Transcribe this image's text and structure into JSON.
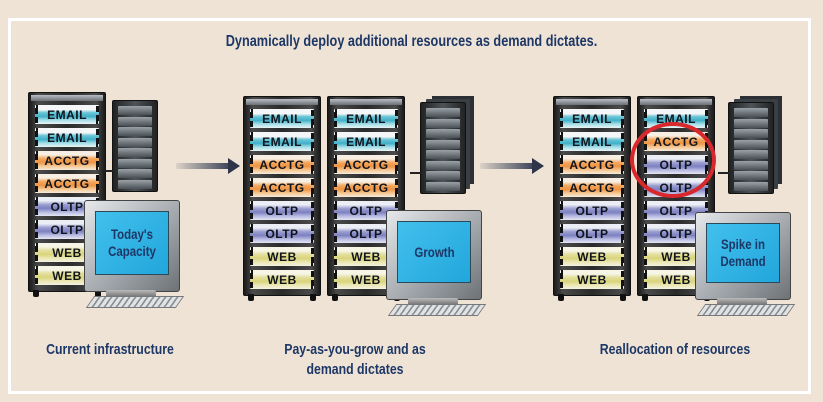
{
  "title": "Dynamically deploy additional resources as demand dictates.",
  "stages": [
    {
      "caption": "Current infrastructure",
      "monitor_label": "Today's Capacity",
      "racks": [
        [
          "EMAIL",
          "EMAIL",
          "ACCTG",
          "ACCTG",
          "OLTP",
          "OLTP",
          "WEB",
          "WEB"
        ]
      ]
    },
    {
      "caption": "Pay-as-you-grow and as demand dictates",
      "monitor_label": "Growth",
      "racks": [
        [
          "EMAIL",
          "EMAIL",
          "ACCTG",
          "ACCTG",
          "OLTP",
          "OLTP",
          "WEB",
          "WEB"
        ],
        [
          "EMAIL",
          "EMAIL",
          "ACCTG",
          "ACCTG",
          "OLTP",
          "OLTP",
          "WEB",
          "WEB"
        ]
      ]
    },
    {
      "caption": "Reallocation of resources",
      "monitor_label": "Spike in Demand",
      "racks": [
        [
          "EMAIL",
          "EMAIL",
          "ACCTG",
          "ACCTG",
          "OLTP",
          "OLTP",
          "WEB",
          "WEB"
        ],
        [
          "EMAIL",
          "ACCTG",
          "OLTP",
          "OLTP",
          "OLTP",
          "OLTP",
          "WEB",
          "WEB"
        ]
      ],
      "highlighted_units": [
        "ACCTG",
        "OLTP",
        "OLTP"
      ]
    }
  ],
  "colors": {
    "text": "#1d3766",
    "email": "#3fb0c8",
    "acctg": "#ee9444",
    "oltp": "#7c80c0",
    "web": "#d9d47c",
    "highlight": "#d8282c",
    "screen": "#22a6dc",
    "background": "#efe3d6"
  }
}
